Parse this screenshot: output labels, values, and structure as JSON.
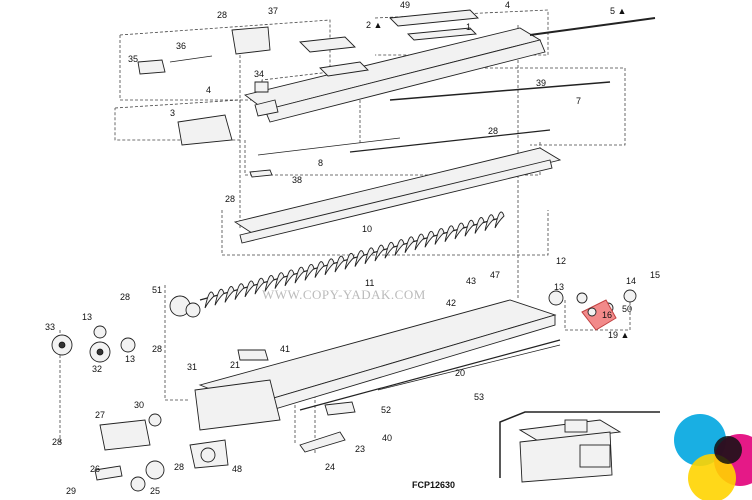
{
  "diagram": {
    "callouts": [
      "28",
      "37",
      "49",
      "1",
      "2 ▲",
      "4",
      "5 ▲",
      "35",
      "36",
      "34",
      "3",
      "4",
      "39",
      "7",
      "8",
      "28",
      "38",
      "28",
      "10",
      "12",
      "13",
      "14",
      "15",
      "50",
      "16",
      "19 ▲",
      "51",
      "28",
      "11",
      "43",
      "47",
      "42",
      "13",
      "33",
      "32",
      "13",
      "28",
      "31",
      "41",
      "21",
      "20",
      "53",
      "27",
      "30",
      "52",
      "40",
      "23",
      "24",
      "28",
      "26",
      "25",
      "28",
      "29",
      "48"
    ],
    "watermark": "WWW.COPY-YADAK.COM",
    "figure_code": "FCP12630",
    "highlight_color": "#f28a8a",
    "logo_colors": [
      "#00a6e0",
      "#e2007a",
      "#ffd400",
      "#111111"
    ]
  }
}
